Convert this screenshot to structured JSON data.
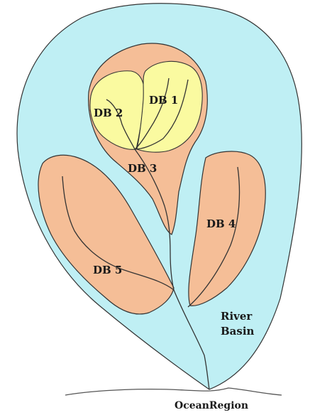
{
  "diagram": {
    "labels": {
      "db1": "DB 1",
      "db2": "DB 2",
      "db3": "DB 3",
      "db4": "DB 4",
      "db5": "DB 5",
      "river_basin_line1": "River",
      "river_basin_line2": "Basin",
      "ocean_region": "OceanRegion"
    },
    "colors": {
      "river_basin_fill": "#bfeff4",
      "drainage_basin_fill": "#f5be97",
      "inner_basin_fill": "#fafaa0",
      "outline": "#333333",
      "river": "#333333"
    }
  }
}
